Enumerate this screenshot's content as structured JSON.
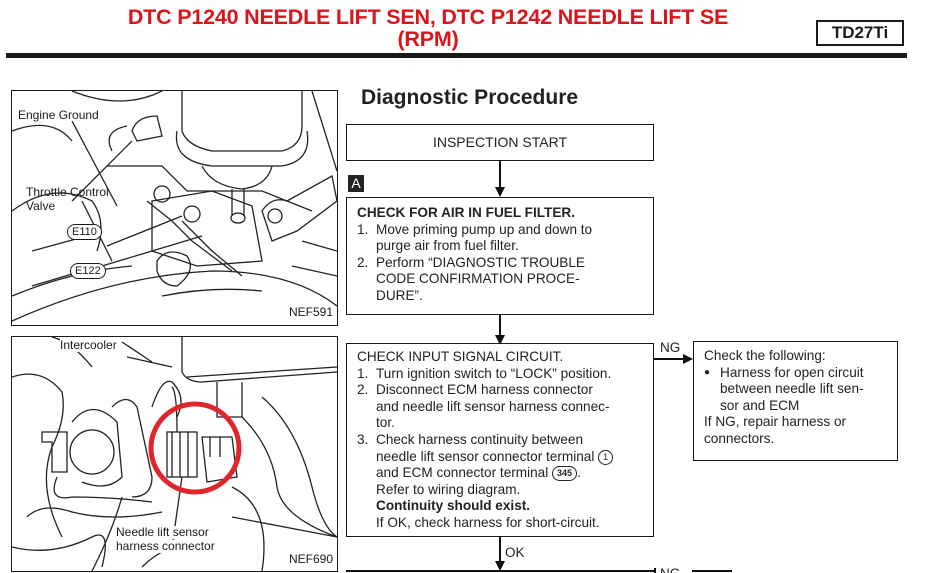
{
  "header": {
    "title_line1": "DTC P1240 NEEDLE LIFT SEN, DTC P1242 NEEDLE LIFT SE",
    "title_line2": "(RPM)",
    "model_badge": "TD27Ti",
    "title_color": "#d9141b"
  },
  "figures": [
    {
      "id": "NEF591",
      "labels": {
        "engine_ground": "Engine Ground",
        "throttle_control_valve_1": "Throttle Control",
        "throttle_control_valve_2": "Valve",
        "connector_e110": "E110",
        "connector_e122": "E122"
      },
      "figure_code": "NEF591"
    },
    {
      "id": "NEF690",
      "labels": {
        "intercooler": "Intercooler",
        "needle_lift_1": "Needle lift sensor",
        "needle_lift_2": "harness connector"
      },
      "figure_code": "NEF690",
      "highlight_color": "#e0262b"
    }
  ],
  "procedure": {
    "heading": "Diagnostic Procedure",
    "start_box": "INSPECTION START",
    "step_marker": "A",
    "step1": {
      "title": "CHECK FOR AIR IN FUEL FILTER.",
      "items": [
        {
          "num": "1.",
          "lines": [
            "Move priming pump up and down to",
            "purge air from fuel filter."
          ]
        },
        {
          "num": "2.",
          "lines": [
            "Perform “DIAGNOSTIC TROUBLE",
            "CODE CONFIRMATION PROCE-",
            "DURE”."
          ]
        }
      ]
    },
    "step2": {
      "title": "CHECK INPUT SIGNAL CIRCUIT.",
      "item1_num": "1.",
      "item1": "Turn ignition switch to “LOCK” position.",
      "item2_num": "2.",
      "item2_lines": [
        "Disconnect ECM harness connector",
        "and needle lift sensor harness connec-",
        "tor."
      ],
      "item3_num": "3.",
      "item3_line1": "Check harness continuity between",
      "item3_line2": "needle lift sensor connector terminal",
      "item3_terminal_sensor": "1",
      "item3_line3": "and ECM connector terminal",
      "item3_terminal_ecm": "345",
      "item3_line3_end": ".",
      "refer": "Refer to wiring diagram.",
      "expect": "Continuity should exist.",
      "if_ok": "If OK, check harness for short-circuit."
    },
    "ng_label": "NG",
    "ok_label": "OK",
    "ng_box": {
      "title": "Check the following:",
      "bullet": "●",
      "bullet_lines": [
        "Harness for open circuit",
        "between needle lift sen-",
        "sor and ECM"
      ],
      "footer_lines": [
        "If NG, repair harness or",
        "connectors."
      ]
    },
    "bottom_ng_label": "NG"
  }
}
